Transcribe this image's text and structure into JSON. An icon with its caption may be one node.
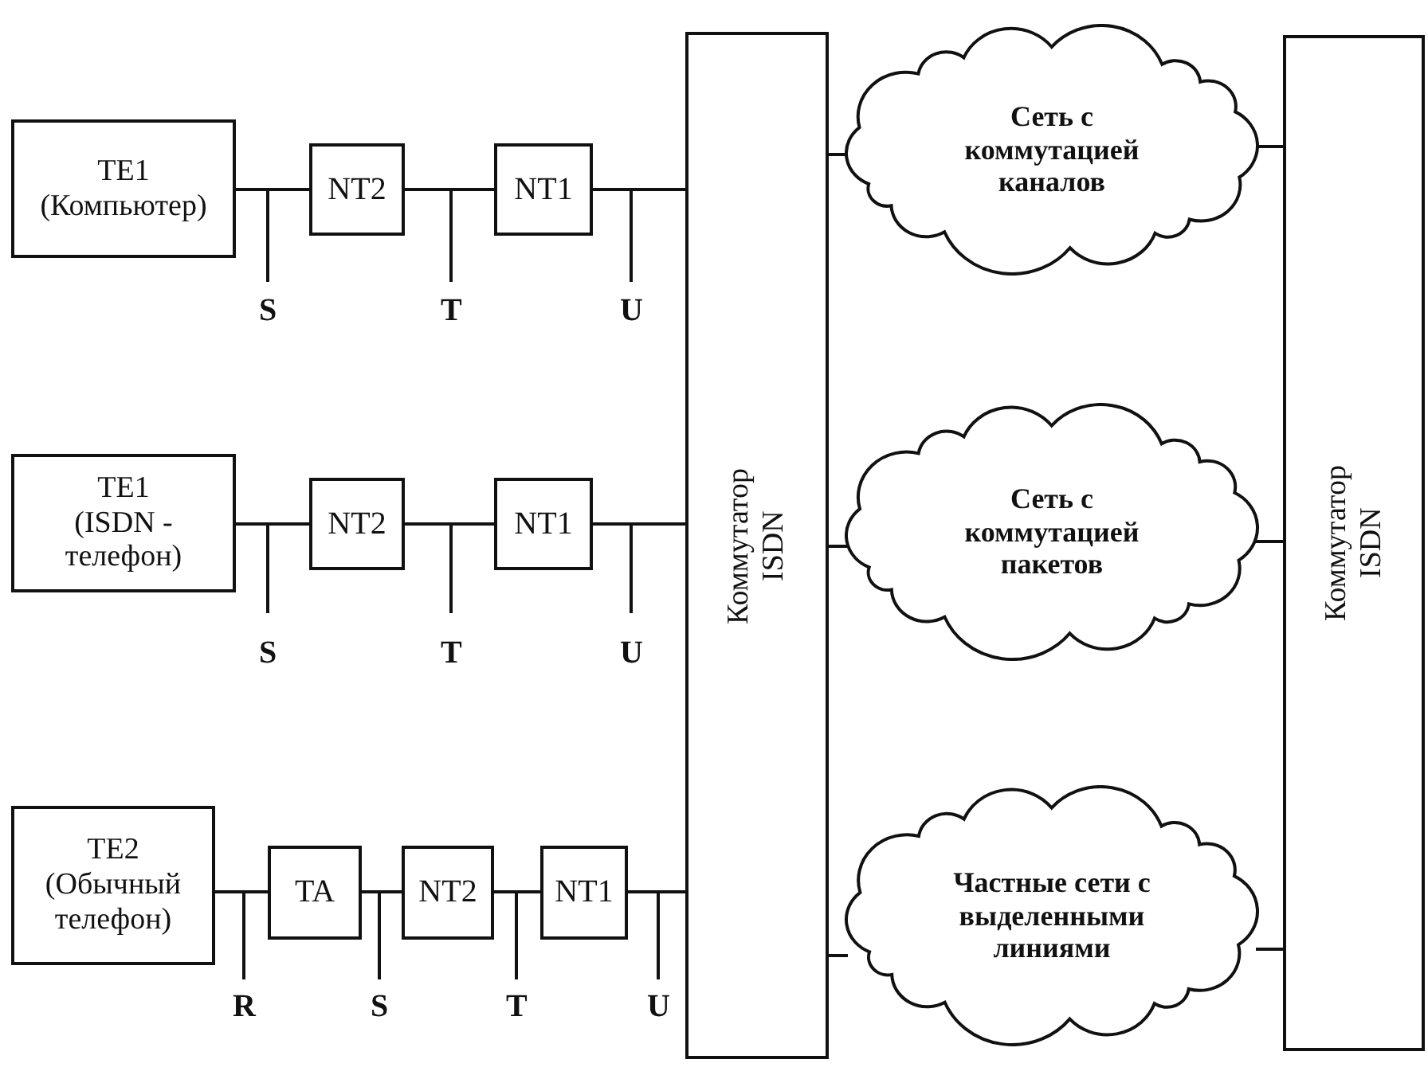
{
  "diagram": {
    "nodes": [
      {
        "text": [
          "TE1 (Компьютер)"
        ]
      },
      {
        "text": [
          "NT2"
        ]
      },
      {
        "text": [
          "NT1"
        ]
      },
      {
        "text": [
          "TE1 (ISDN - телефон)"
        ]
      },
      {
        "text": [
          "NT2"
        ]
      },
      {
        "text": [
          "NT1"
        ]
      },
      {
        "text": [
          "TE2 (Обычный телефон)"
        ]
      },
      {
        "text": [
          "TA"
        ]
      },
      {
        "text": [
          "NT2"
        ]
      },
      {
        "text": [
          "NT1"
        ]
      },
      {
        "text": [
          "Коммутатор ISDN"
        ]
      },
      {
        "text": [
          "Сеть с коммутацией каналов"
        ]
      },
      {
        "text": [
          "Сеть с коммутацией пакетов"
        ]
      },
      {
        "text": [
          "Частные сети с выделенными линиями"
        ]
      },
      {
        "text": [
          "Коммутатор ISDN"
        ]
      }
    ],
    "edges": [
      {
        "from": 0,
        "to": 1,
        "arrow": "none"
      },
      {
        "from": 1,
        "to": 2,
        "arrow": "none"
      },
      {
        "from": 2,
        "to": 10,
        "arrow": "none"
      },
      {
        "from": 3,
        "to": 4,
        "arrow": "none"
      },
      {
        "from": 4,
        "to": 5,
        "arrow": "none"
      },
      {
        "from": 5,
        "to": 10,
        "arrow": "none"
      },
      {
        "from": 6,
        "to": 7,
        "arrow": "none"
      },
      {
        "from": 7,
        "to": 8,
        "arrow": "none"
      },
      {
        "from": 8,
        "to": 9,
        "arrow": "none"
      },
      {
        "from": 9,
        "to": 10,
        "arrow": "none"
      },
      {
        "from": 10,
        "to": 11,
        "arrow": "none"
      },
      {
        "from": 10,
        "to": 12,
        "arrow": "none"
      },
      {
        "from": 10,
        "to": 13,
        "arrow": "none"
      },
      {
        "from": 11,
        "to": 14,
        "arrow": "none"
      },
      {
        "from": 12,
        "to": 14,
        "arrow": "none"
      },
      {
        "from": 13,
        "to": 14,
        "arrow": "none"
      }
    ],
    "labels": [
      "S",
      "T",
      "U",
      "S",
      "T",
      "U",
      "R",
      "S",
      "T",
      "U"
    ]
  }
}
